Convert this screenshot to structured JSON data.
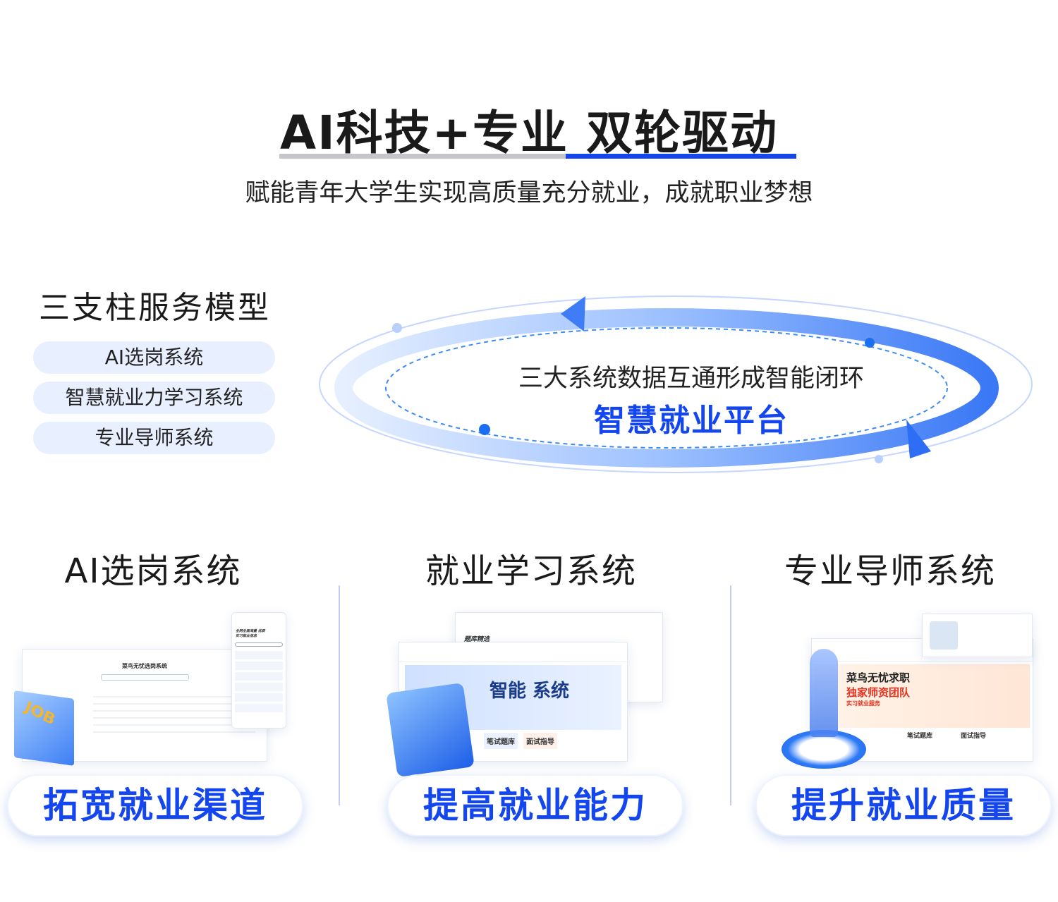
{
  "header": {
    "title": "AI科技+专业 双轮驱动",
    "subtitle": "赋能青年大学生实现高质量充分就业，成就职业梦想"
  },
  "pillars": {
    "title": "三支柱服务模型",
    "items": [
      "AI选岗系统",
      "智慧就业力学习系统",
      "专业导师系统"
    ]
  },
  "loop": {
    "caption": "三大系统数据互通形成智能闭环",
    "platform": "智慧就业平台"
  },
  "sections": [
    {
      "title": "AI选岗系统",
      "benefit": "拓宽就业渠道",
      "shot_title": "菜鸟无忧选岗系统",
      "mobile_banner": "全网全面海量 优质实习就业信息",
      "icon_label": "JOB"
    },
    {
      "title": "就业学习系统",
      "benefit": "提高就业能力",
      "shot_title": "题库精选",
      "banner": "智能 系统",
      "cards": [
        "笔试题库",
        "面试指导"
      ]
    },
    {
      "title": "专业导师系统",
      "benefit": "提升就业质量",
      "banner_line1": "菜鸟无忧求职",
      "banner_line2": "独家师资团队",
      "banner_line3": "实习就业服务",
      "cards": [
        "笔试题库",
        "面试指导"
      ]
    }
  ],
  "colors": {
    "accent": "#1446f0",
    "pill_bg": "#e8efff",
    "divider": "#c5cdf5"
  }
}
